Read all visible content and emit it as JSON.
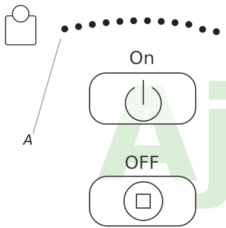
{
  "diagram": {
    "callout_label": "A",
    "on_button": {
      "label": "On",
      "icon": "power-icon"
    },
    "off_button": {
      "label": "OFF",
      "icon": "stop-square-icon"
    },
    "device_icon": "device-tag-icon",
    "dot_count": 12
  },
  "watermark": {
    "text": "Aj",
    "color": "#7cc576"
  },
  "colors": {
    "stroke": "#3a3a3a",
    "dots": "#222222",
    "leader_line": "#b0b0b0"
  }
}
